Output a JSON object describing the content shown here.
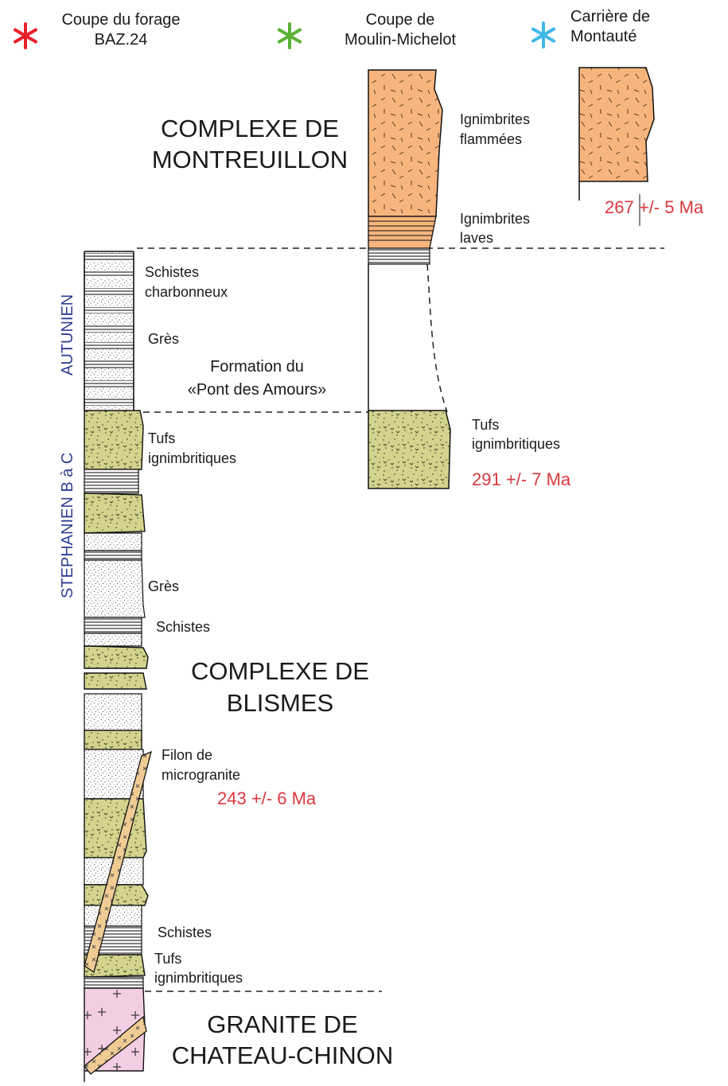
{
  "legend": [
    {
      "line1": "Coupe du forage",
      "line2": "BAZ.24",
      "symbol_color": "#e8202a",
      "icon": "red-asterisk-icon"
    },
    {
      "line1": "Coupe de",
      "line2": "Moulin-Michelot",
      "symbol_color": "#5bb132",
      "icon": "green-asterisk-icon"
    },
    {
      "line1": "Carrière de",
      "line2": "Montauté",
      "symbol_color": "#3fb7e9",
      "icon": "blue-asterisk-icon"
    }
  ],
  "complexes": {
    "montreuillon": {
      "line1": "COMPLEXE DE",
      "line2": "MONTREUILLON"
    },
    "blismes": {
      "line1": "COMPLEXE DE",
      "line2": "BLISMES"
    },
    "granite": {
      "line1": "GRANITE DE",
      "line2": "CHATEAU-CHINON"
    }
  },
  "stages": {
    "autunien": "AUTUNIEN",
    "stephanien": "STEPHANIEN B à C",
    "color": "#2e3d91"
  },
  "formation": {
    "line1": "Formation du",
    "line2": "«Pont des Amours»"
  },
  "labels": {
    "ign_flammees_1": "Ignimbrites",
    "ign_flammees_2": "flammées",
    "ign_laves_1": "Ignimbrites",
    "ign_laves_2": "laves",
    "schistes_charb_1": "Schistes",
    "schistes_charb_2": "charbonneux",
    "gres_top": "Grès",
    "tufs_left_1": "Tufs",
    "tufs_left_2": "ignimbritiques",
    "tufs_mid_1": "Tufs",
    "tufs_mid_2": "ignimbritiques",
    "gres_mid": "Grès",
    "schistes_mid": "Schistes",
    "filon_1": "Filon de",
    "filon_2": "microgranite",
    "schistes_low": "Schistes",
    "tufs_low_1": "Tufs",
    "tufs_low_2": "ignimbritiques"
  },
  "ages": {
    "montaute": "267 +/- 5 Ma",
    "moulin": "291 +/- 7 Ma",
    "filon": "243 +/- 6 Ma",
    "color": "#d9393e"
  },
  "colors": {
    "ignimbrite_orange": "#f7b57d",
    "tuff_green": "#d3d38e",
    "granite_pink": "#f3cde3",
    "dike_tan": "#f0cc94"
  }
}
